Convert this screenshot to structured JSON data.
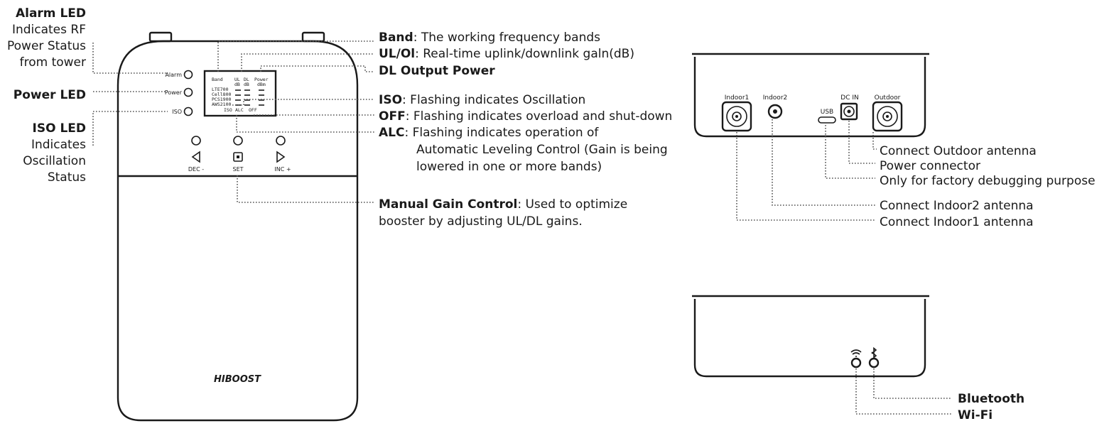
{
  "device_front": {
    "led_labels": [
      "Alarm",
      "Power",
      "ISO"
    ],
    "button_labels": [
      "DEC -",
      "SET",
      "INC +"
    ],
    "brand": "HIBOOST",
    "lcd": {
      "headers": [
        "Band",
        "UL",
        "DL",
        "Power"
      ],
      "subheaders": [
        "dB",
        "dB",
        "dBm"
      ],
      "rows": [
        "LTE700",
        "Cell800",
        "PCS1900",
        "AWS2100"
      ],
      "footer": [
        "ISO",
        "ALC",
        "OFF"
      ]
    }
  },
  "left_annotations": {
    "alarm_title": "Alarm LED",
    "alarm_desc": [
      "Indicates RF",
      "Power Status",
      "from tower"
    ],
    "power_title": "Power LED",
    "iso_title": "ISO LED",
    "iso_desc": [
      "Indicates",
      "Oscillation",
      "Status"
    ]
  },
  "center_annotations": {
    "band_term": "Band",
    "band_desc": ": The working frequency bands",
    "ulol_term": "UL/Ol",
    "ulol_desc": ": Real-time uplink/downlink galn(dB)",
    "dl_output": "DL Output Power",
    "iso_term": "ISO",
    "iso_desc": ": Flashing indicates Oscillation",
    "off_term": "OFF",
    "off_desc": ": Flashing indicates overload and shut-down",
    "alc_term": "ALC",
    "alc_desc1": ": Flashing indicates operation of",
    "alc_desc2": "Automatic Leveling Control (Gain is being",
    "alc_desc3": "lowered in one or more bands)",
    "mgc_term": "Manual Gain Control",
    "mgc_desc1": ": Used to optimize",
    "mgc_desc2": "booster by adjusting UL/DL gains."
  },
  "side_panel": {
    "port_labels": [
      "Indoor1",
      "Indoor2",
      "USB",
      "DC IN",
      "Outdoor"
    ],
    "callouts": [
      "Connect Outdoor antenna",
      "Power connector",
      "Only for factory debugging purpose",
      "Connect Indoor2 antenna",
      "Connect Indoor1 antenna"
    ]
  },
  "bottom_panel": {
    "bluetooth": "Bluetooth",
    "wifi": "Wi-Fi",
    "icons": [
      "wifi-icon",
      "bluetooth-icon"
    ]
  }
}
